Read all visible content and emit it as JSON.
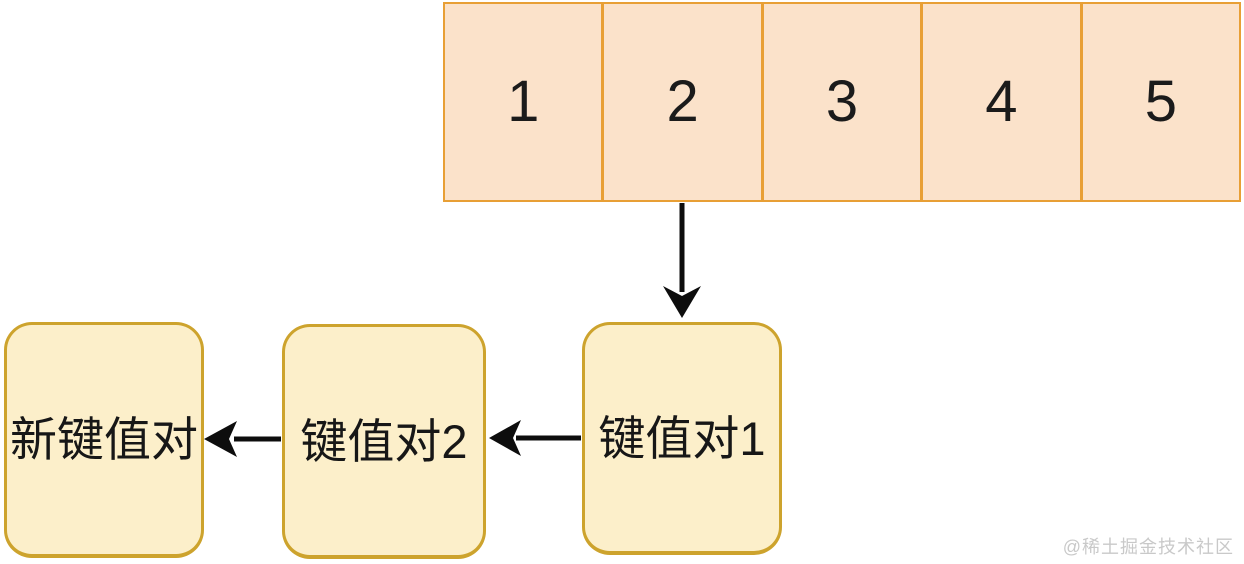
{
  "array": {
    "cells": [
      "1",
      "2",
      "3",
      "4",
      "5"
    ]
  },
  "list": {
    "nodes": [
      {
        "label": "键值对1"
      },
      {
        "label": "键值对2"
      },
      {
        "label": "新键值对"
      }
    ]
  },
  "watermark": "@稀土掘金技术社区",
  "colors": {
    "array_cell_fill": "#fbe2ca",
    "array_cell_border": "#e89f35",
    "node_fill": "#fcefca",
    "node_border": "#cda32d",
    "arrow": "#0d0d0d",
    "watermark_text": "#c9c9c9"
  }
}
